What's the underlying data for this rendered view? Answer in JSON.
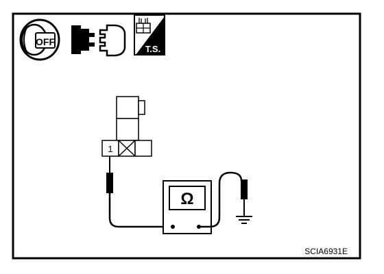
{
  "icons": {
    "ignition": {
      "icon": "ignition-key-off-icon",
      "label": "OFF"
    },
    "disconnect": {
      "icon": "connector-disconnect-icon"
    },
    "test_ts": {
      "icon": "ts-harness-icon",
      "label": "T.S."
    }
  },
  "connector": {
    "terminal_label": "1"
  },
  "meter": {
    "symbol": "Ω"
  },
  "figure_code": "SCIA6931E",
  "colors": {
    "line": "#000000",
    "background": "#ffffff"
  }
}
